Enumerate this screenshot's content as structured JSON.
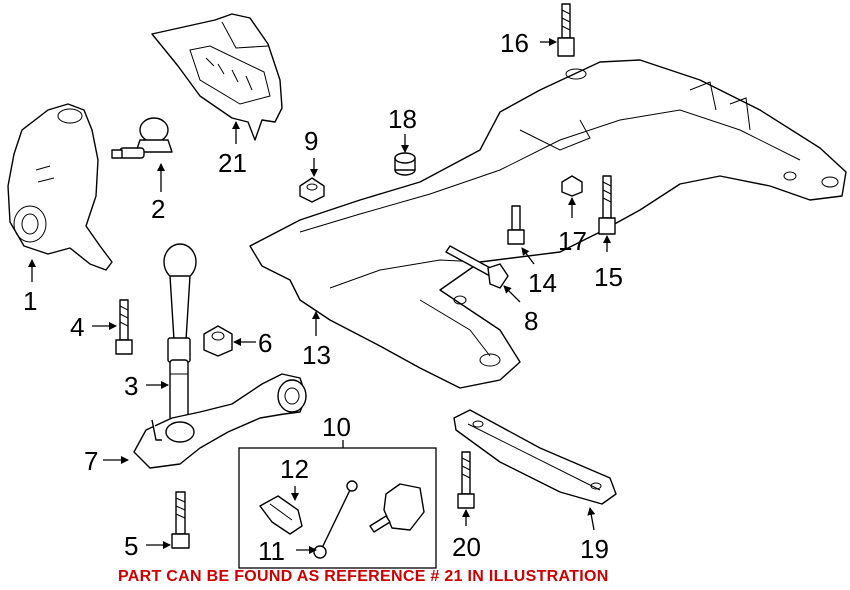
{
  "callouts": {
    "c1": "1",
    "c2": "2",
    "c3": "3",
    "c4": "4",
    "c5": "5",
    "c6": "6",
    "c7": "7",
    "c8": "8",
    "c9": "9",
    "c10": "10",
    "c11": "11",
    "c12": "12",
    "c13": "13",
    "c14": "14",
    "c15": "15",
    "c16": "16",
    "c17": "17",
    "c18": "18",
    "c19": "19",
    "c20": "20",
    "c21": "21"
  },
  "note": {
    "text": "PART CAN BE FOUND AS REFERENCE # 21 IN ILLUSTRATION",
    "color": "#cc0000"
  }
}
